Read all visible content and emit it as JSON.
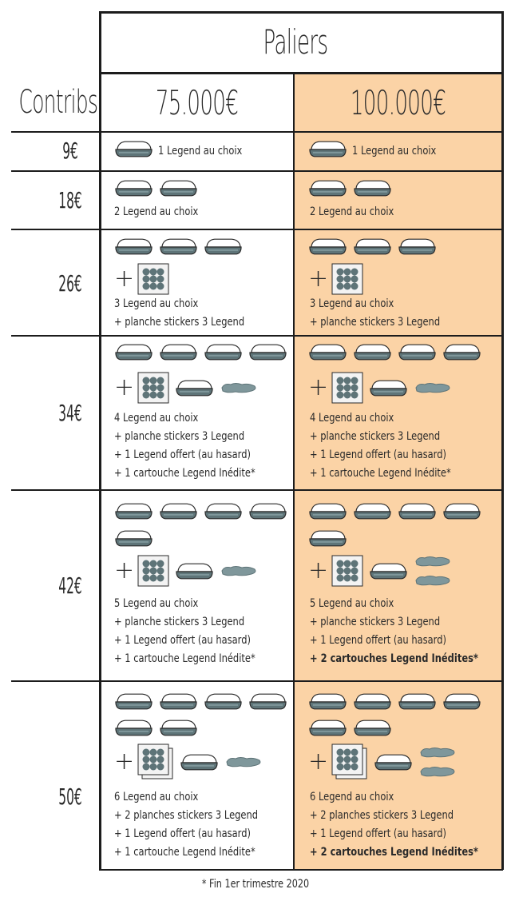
{
  "header": {
    "title": "Paliers",
    "contribs_label": "Contribs",
    "tier1": "75.000€",
    "tier2": "100.000€"
  },
  "colors": {
    "highlight": "#fbd3a6",
    "icon": "#5e7478",
    "line": "#1c1c1c"
  },
  "icons": [
    "legend-box-icon",
    "sticker-sheet-icon",
    "cartridge-icon",
    "plus-icon"
  ],
  "rows": [
    {
      "contrib": "9€",
      "t1": [
        "1 Legend au choix"
      ],
      "t2": [
        "1 Legend au choix"
      ]
    },
    {
      "contrib": "18€",
      "t1": [
        "2 Legend au choix"
      ],
      "t2": [
        "2 Legend au choix"
      ]
    },
    {
      "contrib": "26€",
      "t1": [
        "3 Legend au choix",
        "+ planche stickers 3 Legend"
      ],
      "t2": [
        "3 Legend au choix",
        "+ planche stickers 3 Legend"
      ]
    },
    {
      "contrib": "34€",
      "t1": [
        "4 Legend au choix",
        "+ planche stickers 3 Legend",
        "+ 1 Legend offert (au hasard)",
        "+ 1 cartouche Legend Inédite*"
      ],
      "t2": [
        "4 Legend au choix",
        "+ planche stickers 3 Legend",
        "+ 1 Legend offert (au hasard)",
        "+ 1 cartouche Legend Inédite*"
      ]
    },
    {
      "contrib": "42€",
      "t1": [
        "5 Legend au choix",
        "+ planche stickers 3 Legend",
        "+ 1 Legend offert (au hasard)",
        "+ 1 cartouche Legend Inédite*"
      ],
      "t2": [
        "5 Legend au choix",
        "+ planche stickers 3 Legend",
        "+ 1 Legend offert (au hasard)",
        "+ 2 cartouches Legend Inédites*"
      ]
    },
    {
      "contrib": "50€",
      "t1": [
        "6 Legend au choix",
        "+ 2 planches stickers 3 Legend",
        "+ 1 Legend offert (au hasard)",
        "+ 1 cartouche Legend Inédite*"
      ],
      "t2": [
        "6 Legend au choix",
        "+ 2 planches stickers 3 Legend",
        "+ 1 Legend offert (au hasard)",
        "+ 2 cartouches Legend Inédites*"
      ]
    }
  ],
  "footnote": "* Fin 1er trimestre 2020"
}
